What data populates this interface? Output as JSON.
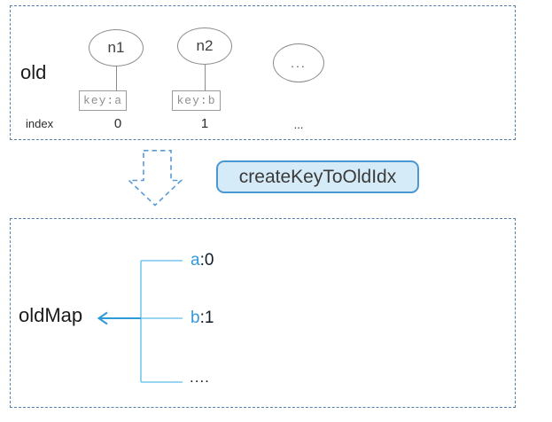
{
  "colors": {
    "box_border": "#5580a8",
    "node_stroke": "#8c8c8c",
    "key_text": "#8f8f8f",
    "arrow_dashed_blue": "#5b9bd5",
    "button_bg": "#d6ebf8",
    "button_border": "#4a97d2",
    "bracket_light_blue": "#76c7ee",
    "arrow_solid_blue": "#2e9bd8",
    "entry_key_blue": "#3598db",
    "entry_value_dark": "#111c28"
  },
  "old_box": {
    "label": "old",
    "index_label": "index",
    "nodes": [
      {
        "name": "n1",
        "key": "key:a",
        "index": "0"
      },
      {
        "name": "n2",
        "key": "key:b",
        "index": "1"
      }
    ],
    "ellipsis_node": "...",
    "index_ellipsis": "..."
  },
  "transform": {
    "button_label": "createKeyToOldIdx"
  },
  "map_box": {
    "label": "oldMap",
    "entries": [
      {
        "key": "a",
        "value": ":0"
      },
      {
        "key": "b",
        "value": ":1"
      }
    ],
    "ellipsis": "...."
  }
}
